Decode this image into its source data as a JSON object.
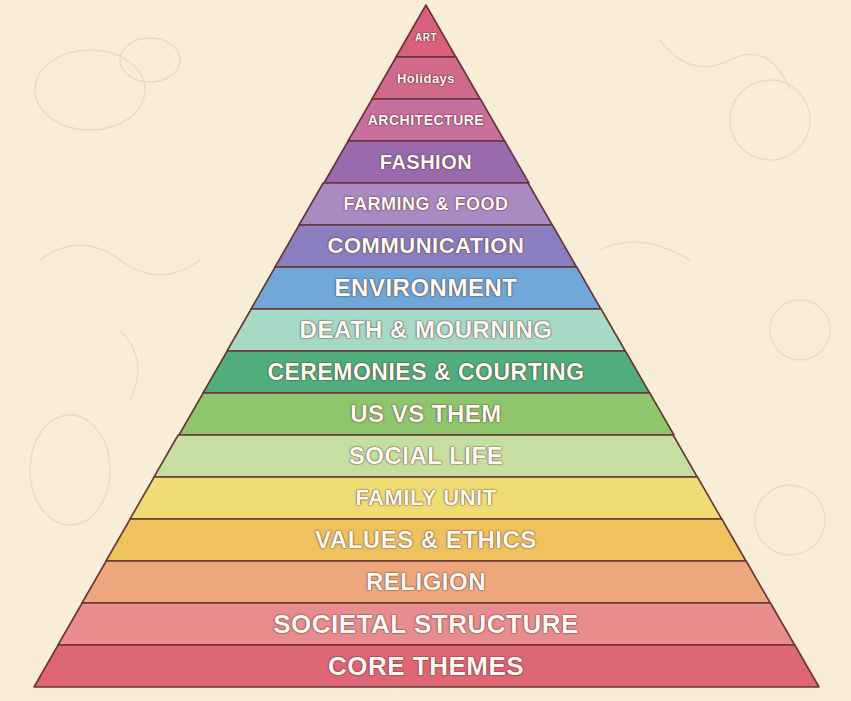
{
  "diagram": {
    "nodes": [
      {
        "text": [
          "ART"
        ]
      },
      {
        "text": [
          "Holidays"
        ]
      },
      {
        "text": [
          "ARCHITECTURE"
        ]
      },
      {
        "text": [
          "FASHION"
        ]
      },
      {
        "text": [
          "FARMING & FOOD"
        ]
      },
      {
        "text": [
          "COMMUNICATION"
        ]
      },
      {
        "text": [
          "ENVIRONMENT"
        ]
      },
      {
        "text": [
          "DEATH & MOURNING"
        ]
      },
      {
        "text": [
          "CEREMONIES & COURTING"
        ]
      },
      {
        "text": [
          "US VS THEM"
        ]
      },
      {
        "text": [
          "SOCIAL LIFE"
        ]
      },
      {
        "text": [
          "FAMILY UNIT"
        ]
      },
      {
        "text": [
          "VALUES & ETHICS"
        ]
      },
      {
        "text": [
          "RELIGION"
        ]
      },
      {
        "text": [
          "SOCIETAL STRUCTURE"
        ]
      },
      {
        "text": [
          "CORE THEMES"
        ]
      }
    ]
  }
}
